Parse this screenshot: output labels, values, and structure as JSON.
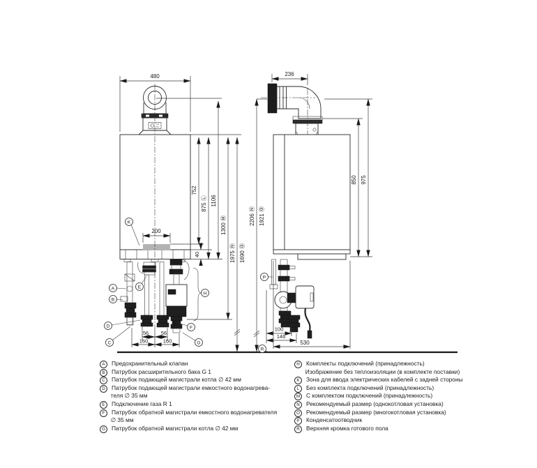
{
  "dims": {
    "front_width": "480",
    "flue_offset": "236",
    "cable_zone_width": "200",
    "band_height": "40",
    "h752": "752",
    "h875": "875 Ⓛ",
    "h1106": "1106",
    "h1300": "1300 Ⓜ",
    "h1975": "1975 Ⓝ",
    "h1690": "1690 Ⓞ",
    "h2206": "2206 Ⓝ",
    "h1921": "1921 Ⓞ",
    "h850": "850",
    "h975": "975",
    "b56l": "56",
    "b56r": "56",
    "b160l": "160",
    "b160r": "160",
    "c100": "100",
    "c146": "146",
    "c530": "530"
  },
  "callouts": {
    "a": "A",
    "b": "B",
    "c": "C",
    "d": "D",
    "e": "E",
    "f": "F",
    "g": "G",
    "h": "H",
    "k": "K",
    "p": "P",
    "r": "R"
  },
  "legend": {
    "left": [
      {
        "l": "A",
        "t": "Предохранительный клапан"
      },
      {
        "l": "B",
        "t": "Патрубок расширительного бака G 1"
      },
      {
        "l": "C",
        "t": "Патрубок подающей магистрали котла ∅ 42 мм"
      },
      {
        "l": "D",
        "t": "Патрубок подающей магистрали емкостного водонагрева-"
      },
      {
        "l": "",
        "t": "теля ∅ 35 мм"
      },
      {
        "l": "E",
        "t": "Подключение газа R 1"
      },
      {
        "l": "F",
        "t": "Патрубок обратной магистрали емкостного водонагревателя"
      },
      {
        "l": "",
        "t": "∅ 35 мм"
      },
      {
        "l": "G",
        "t": "Патрубок обратной магистрали котла ∅ 42 мм"
      }
    ],
    "right": [
      {
        "l": "H",
        "t": "Комплекты подключений (принадлежность)"
      },
      {
        "l": "",
        "t": "Изображение без теплоизоляции (в комплекте поставки)"
      },
      {
        "l": "K",
        "t": "Зона для ввода электрических кабелей с задней стороны"
      },
      {
        "l": "L",
        "t": "Без комплекта подключений (принадлежность)"
      },
      {
        "l": "M",
        "t": "С комплектом подключений (принадлежность)"
      },
      {
        "l": "N",
        "t": "Рекомендуемый размер (однокотловая установка)"
      },
      {
        "l": "O",
        "t": "Рекомендуемый размер (многокотловая установка)"
      },
      {
        "l": "P",
        "t": "Конденсатоотводчик"
      },
      {
        "l": "R",
        "t": "Верхняя кромка готового пола"
      }
    ]
  }
}
